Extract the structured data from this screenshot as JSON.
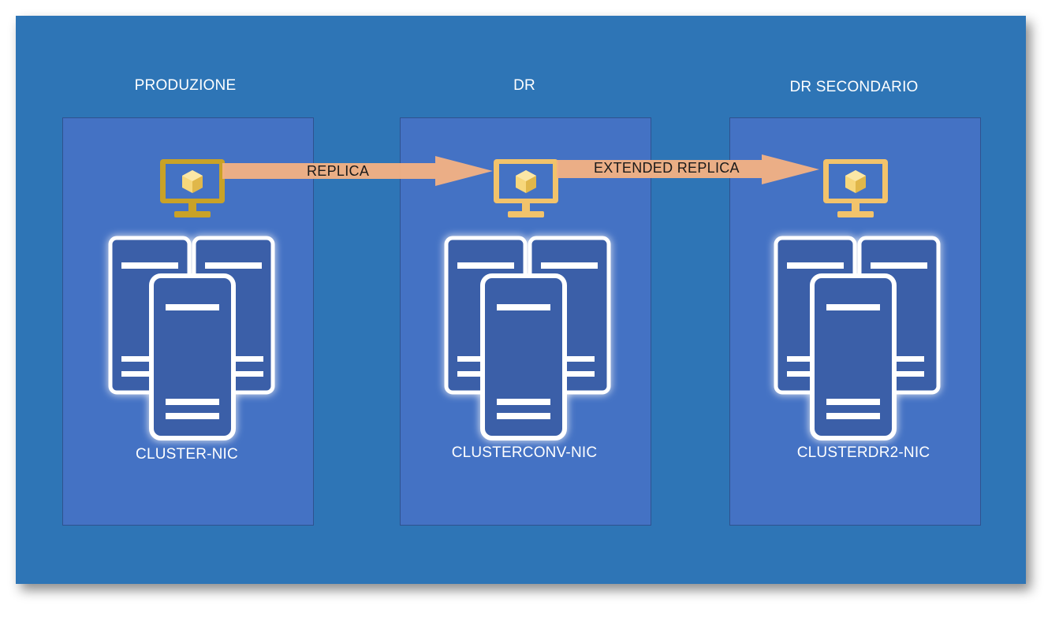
{
  "sites": [
    {
      "title": "PRODUZIONE",
      "caption": "CLUSTER-NIC",
      "vm_icon": "vm-monitor-icon",
      "server_icon": "server-cluster-icon",
      "vm_color": "#c9a227"
    },
    {
      "title": "DR",
      "caption": "CLUSTERCONV-NIC",
      "vm_icon": "vm-monitor-icon",
      "server_icon": "server-cluster-icon",
      "vm_color": "#f2c36b"
    },
    {
      "title": "DR SECONDARIO",
      "caption": "CLUSTERDR2-NIC",
      "vm_icon": "vm-monitor-icon",
      "server_icon": "server-cluster-icon",
      "vm_color": "#f2c36b"
    }
  ],
  "arrows": [
    {
      "label": "REPLICA",
      "from": "PRODUZIONE",
      "to": "DR"
    },
    {
      "label": "EXTENDED REPLICA",
      "from": "DR",
      "to": "DR SECONDARIO"
    }
  ],
  "colors": {
    "background": "#2e75b6",
    "site_box": "#4472c4",
    "arrow_fill": "#f4b183",
    "server_fill": "#3a5ea8"
  }
}
